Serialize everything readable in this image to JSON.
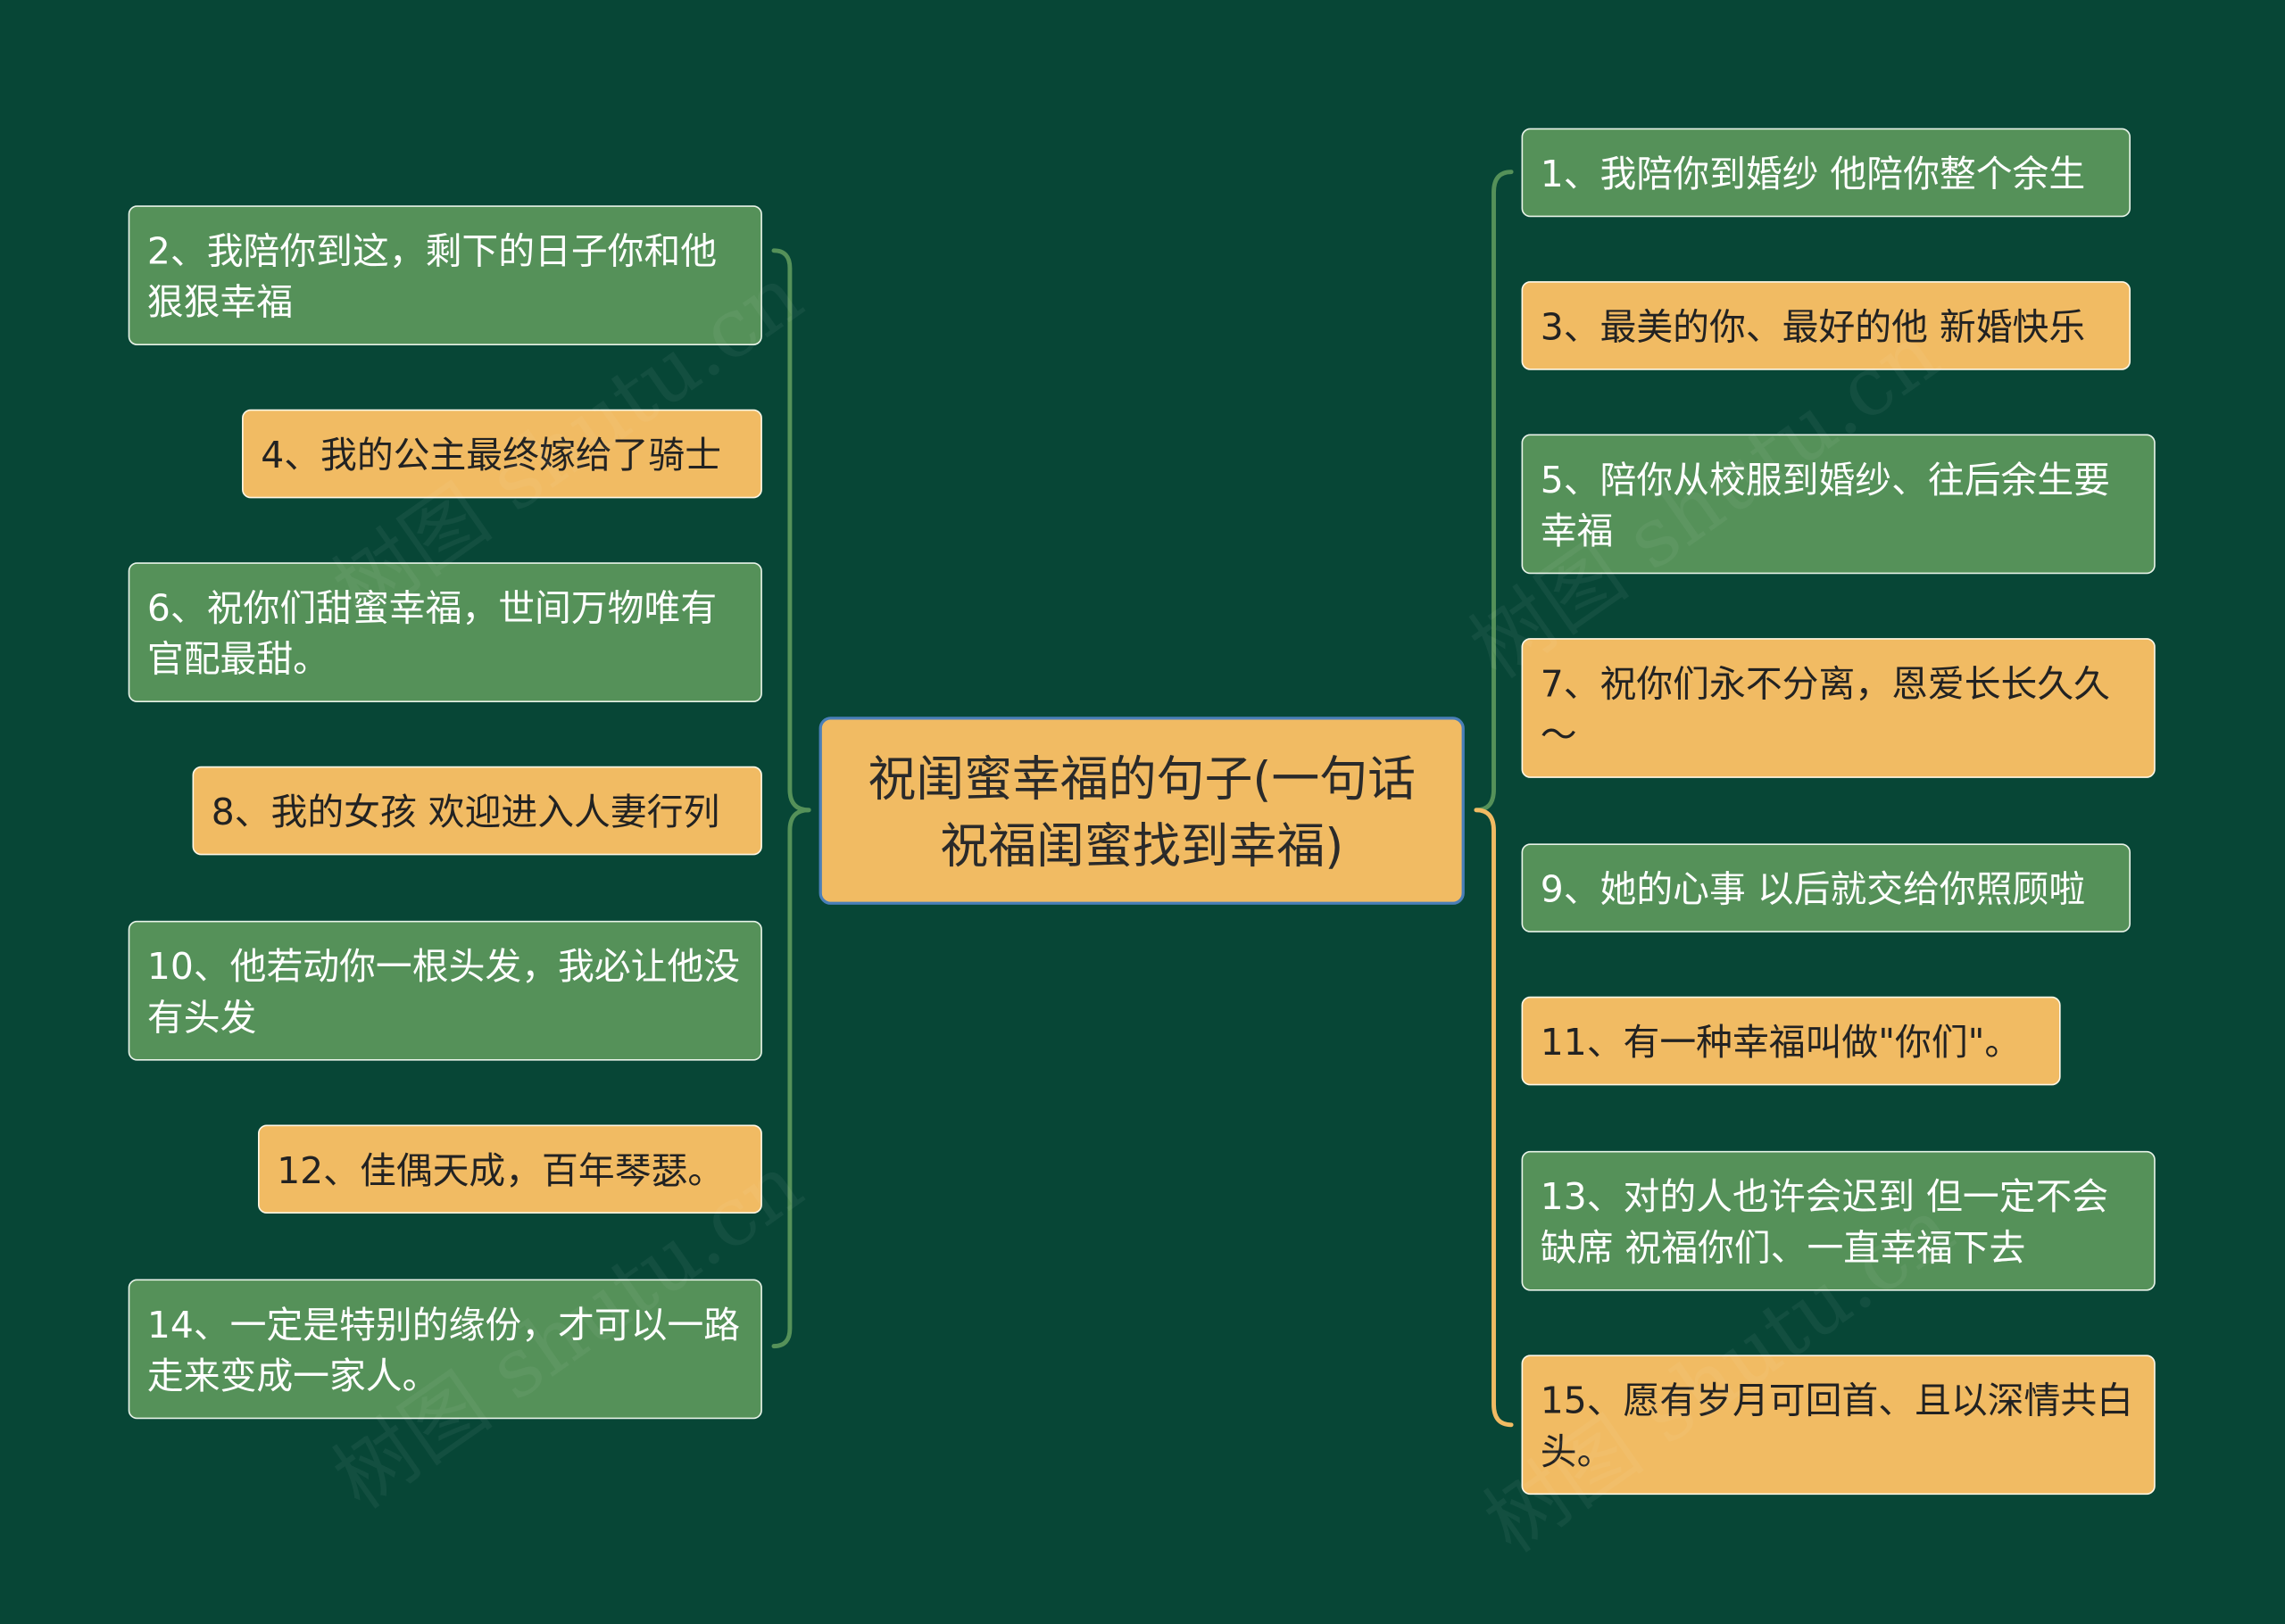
{
  "center": {
    "title": "祝闺蜜幸福的句子(一句话祝福闺蜜找到幸福)"
  },
  "left_items": [
    {
      "label": "2、我陪你到这，剩下的日子你和他狠狠幸福",
      "color": "green"
    },
    {
      "label": "4、我的公主最终嫁给了骑士",
      "color": "orange"
    },
    {
      "label": "6、祝你们甜蜜幸福，世间万物唯有官配最甜。",
      "color": "green"
    },
    {
      "label": "8、我的女孩 欢迎进入人妻行列",
      "color": "orange"
    },
    {
      "label": "10、他若动你一根头发，我必让他没有头发",
      "color": "green"
    },
    {
      "label": "12、佳偶天成，百年琴瑟。",
      "color": "orange"
    },
    {
      "label": "14、一定是特别的缘份，才可以一路走来变成一家人。",
      "color": "green"
    }
  ],
  "right_items": [
    {
      "label": "1、我陪你到婚纱 他陪你整个余生",
      "color": "green"
    },
    {
      "label": "3、最美的你、最好的他 新婚快乐",
      "color": "orange"
    },
    {
      "label": "5、陪你从校服到婚纱、往后余生要幸福",
      "color": "green"
    },
    {
      "label": "7、祝你们永不分离，恩爱长长久久～",
      "color": "orange"
    },
    {
      "label": "9、她的心事 以后就交给你照顾啦",
      "color": "green"
    },
    {
      "label": "11、有一种幸福叫做\"你们\"。",
      "color": "orange"
    },
    {
      "label": "13、对的人也许会迟到 但一定不会缺席 祝福你们、一直幸福下去",
      "color": "green"
    },
    {
      "label": "15、愿有岁月可回首、且以深情共白头。",
      "color": "orange"
    }
  ],
  "colors": {
    "background": "#074636",
    "green_node": "#559159",
    "orange_node": "#f1bb63",
    "green_line": "#559159",
    "orange_line": "#f1bb63",
    "center_border": "#4a7fb8"
  },
  "watermark": "树图 shutu.cn"
}
